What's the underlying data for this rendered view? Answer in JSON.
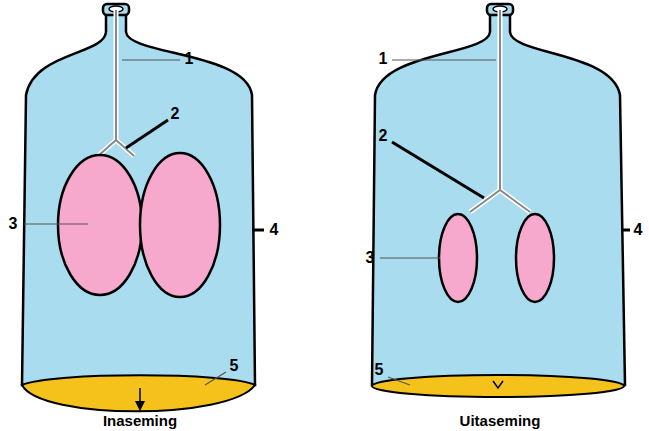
{
  "diagram": {
    "labels": [
      "1",
      "2",
      "3",
      "4",
      "5",
      "Inaseming",
      "1",
      "2",
      "3",
      "4",
      "5",
      "Uitaseming"
    ]
  }
}
